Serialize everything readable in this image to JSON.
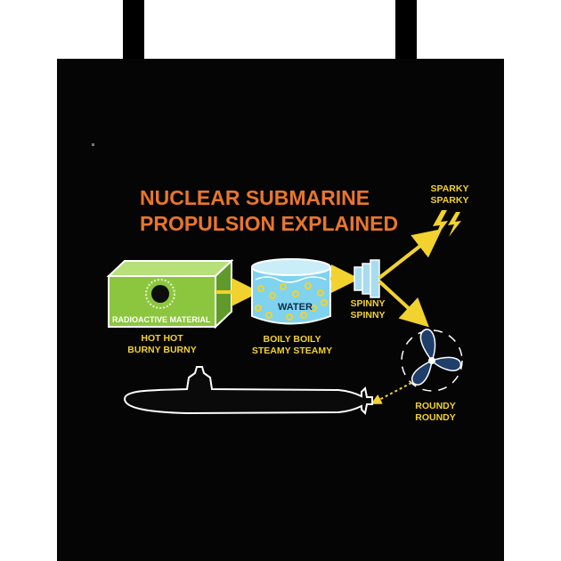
{
  "title": {
    "line1": "NUCLEAR SUBMARINE",
    "line2": "PROPULSION EXPLAINED"
  },
  "labels": {
    "radioactive": "RADIOACTIVE MATERIAL",
    "water": "WATER",
    "hot_line1": "HOT HOT",
    "hot_line2": "BURNY BURNY",
    "boily_line1": "BOILY BOILY",
    "boily_line2": "STEAMY STEAMY",
    "spinny_line1": "SPINNY",
    "spinny_line2": "SPINNY",
    "sparky_line1": "SPARKY",
    "sparky_line2": "SPARKY",
    "roundy_line1": "ROUNDY",
    "roundy_line2": "ROUNDY"
  },
  "colors": {
    "bag": "#050505",
    "title": "#e8762c",
    "label": "#f2d22e",
    "box_green": "#8cc63f",
    "water_blue": "#7fd3ee",
    "turbine_blue": "#a8dcf0",
    "propeller": "#1f3f6b"
  },
  "icons": [
    "lightning-bolt-icon",
    "propeller-icon",
    "turbine-icon",
    "submarine-icon",
    "arrow-icon"
  ]
}
